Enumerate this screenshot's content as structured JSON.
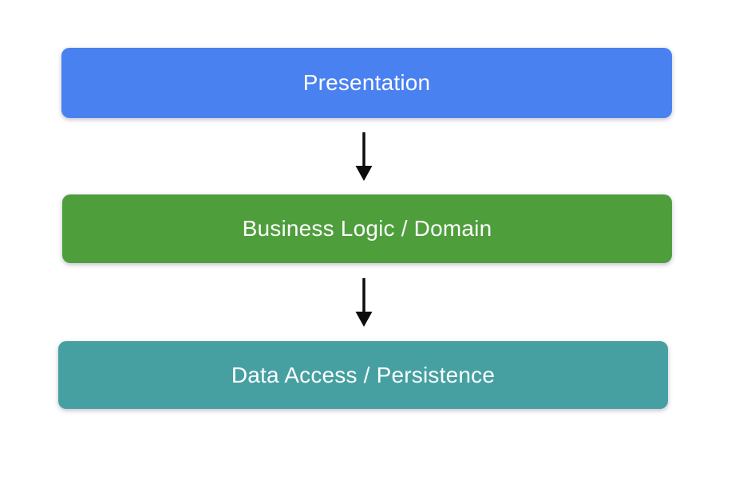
{
  "diagram": {
    "layers": [
      {
        "label": "Presentation",
        "color": "#4a81f0"
      },
      {
        "label": "Business Logic / Domain",
        "color": "#4e9e3c"
      },
      {
        "label": "Data Access / Persistence",
        "color": "#46a0a2"
      }
    ],
    "text_color": "#fdfdfe",
    "arrow_color": "#0d0d0d",
    "background_color": "#ffffff"
  }
}
